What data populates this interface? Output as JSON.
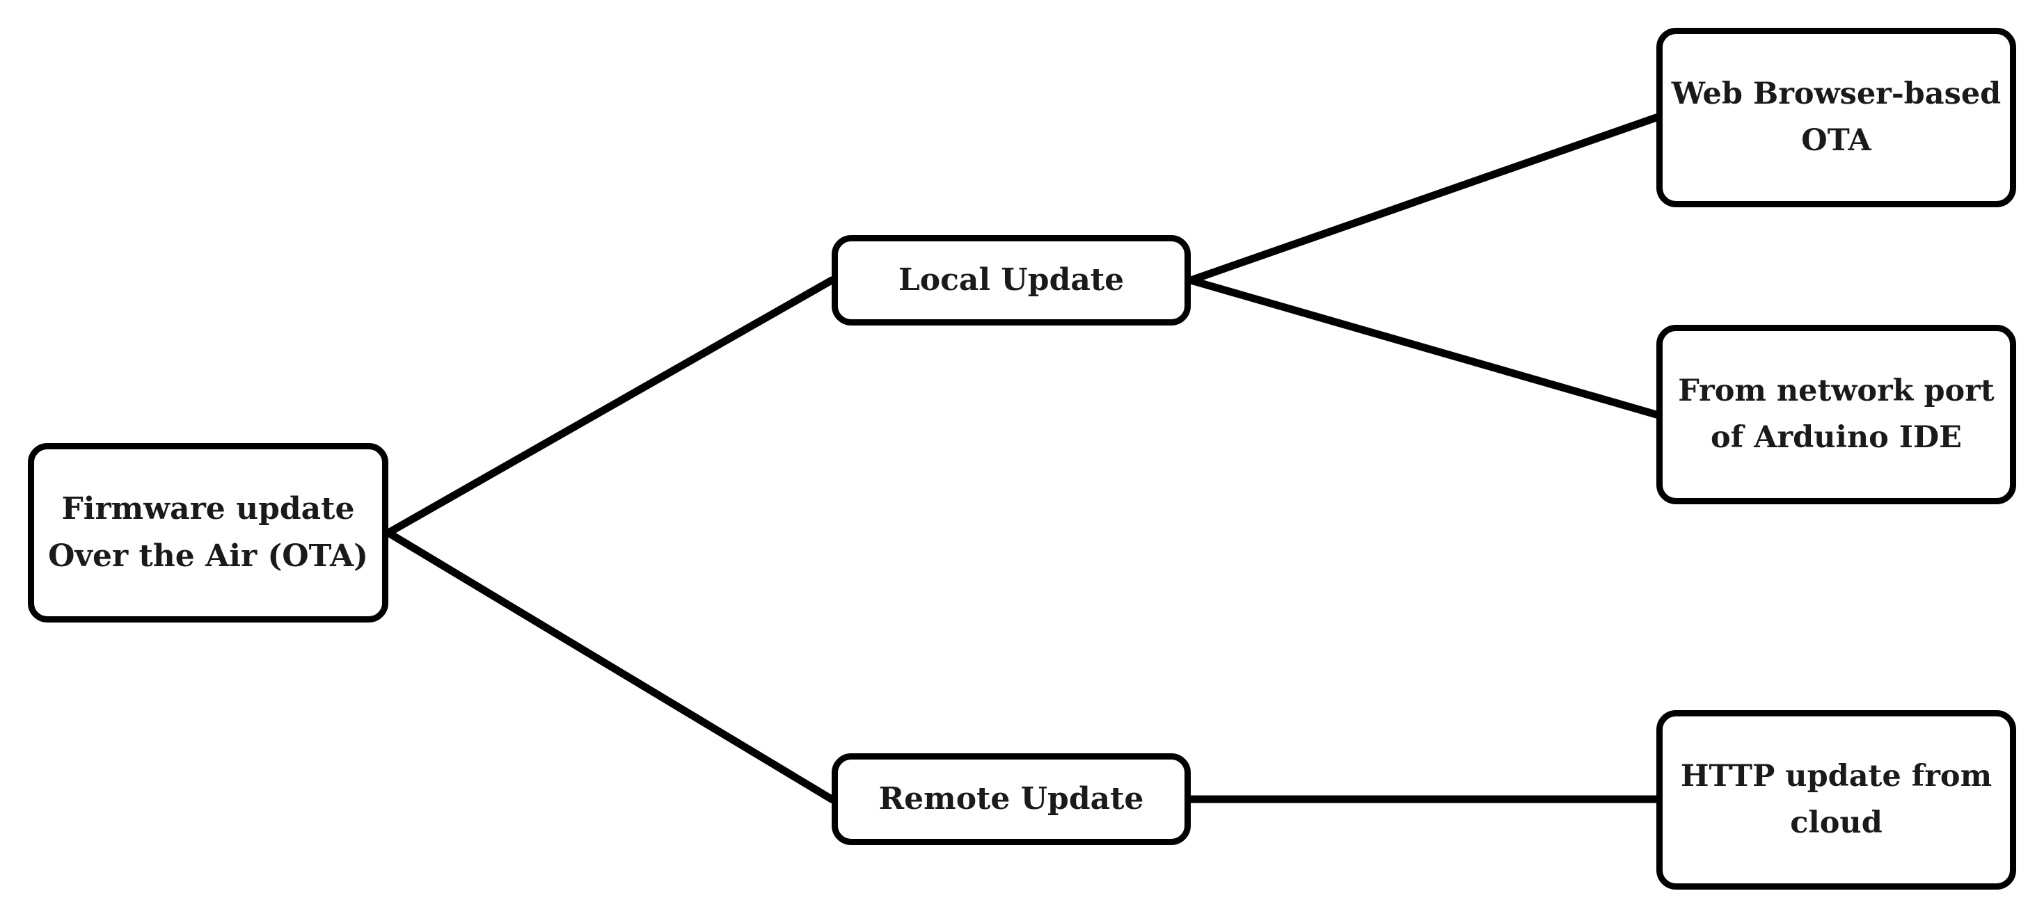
{
  "diagram": {
    "nodes": {
      "root": {
        "label": "Firmware update\nOver the Air (OTA)"
      },
      "local": {
        "label": "Local Update"
      },
      "remote": {
        "label": "Remote Update"
      },
      "web": {
        "label": "Web Browser-based\nOTA"
      },
      "port": {
        "label": "From network port\nof Arduino IDE"
      },
      "http": {
        "label": "HTTP update from\ncloud"
      }
    },
    "edges": [
      {
        "from": "root",
        "to": "local"
      },
      {
        "from": "root",
        "to": "remote"
      },
      {
        "from": "local",
        "to": "web"
      },
      {
        "from": "local",
        "to": "port"
      },
      {
        "from": "remote",
        "to": "http"
      }
    ],
    "colors": {
      "stroke": "#000000",
      "fill": "#ffffff",
      "text": "#1a1a1a"
    }
  }
}
